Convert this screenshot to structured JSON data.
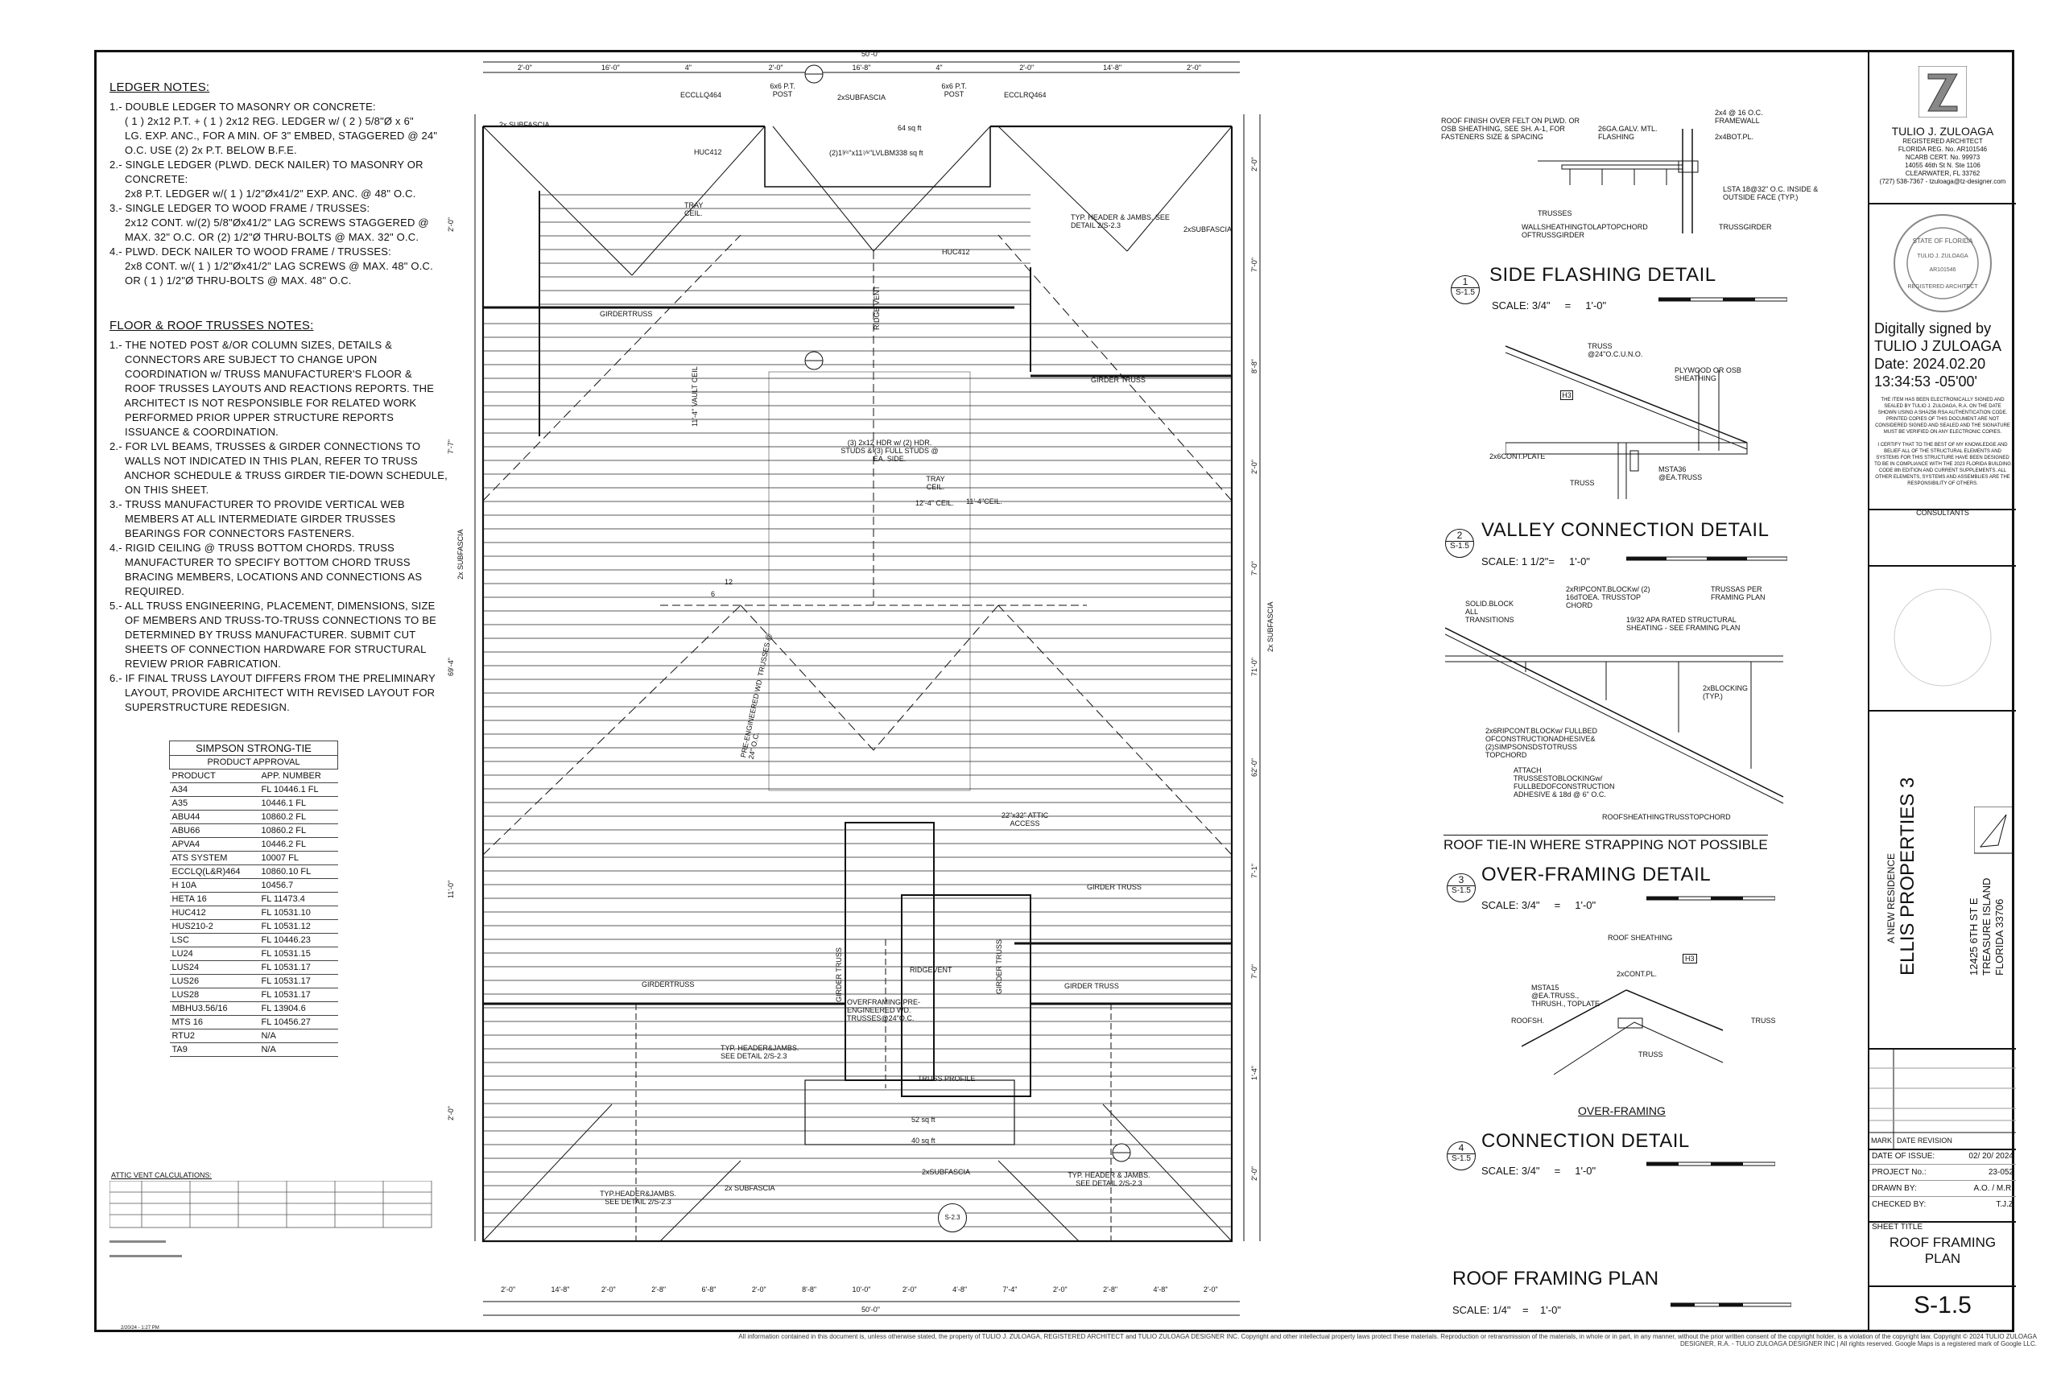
{
  "ledger_notes": {
    "title": "LEDGER NOTES:",
    "lines": [
      "1.- DOUBLE LEDGER TO MASONRY OR CONCRETE:",
      "     ( 1 ) 2x12 P.T. + ( 1 ) 2x12 REG. LEDGER w/ ( 2 ) 5/8\"Ø x 6\"",
      "     LG. EXP. ANC., FOR A MIN. OF 3\" EMBED, STAGGERED @ 24\"",
      "     O.C. USE (2) 2x P.T. BELOW B.F.E.",
      "2.- SINGLE LEDGER (PLWD. DECK NAILER) TO MASONRY OR",
      "     CONCRETE:",
      "     2x8 P.T. LEDGER w/( 1 ) 1/2\"Øx41/2\" EXP. ANC. @ 48\" O.C.",
      "3.- SINGLE LEDGER TO WOOD FRAME / TRUSSES:",
      "     2x12 CONT. w/(2) 5/8\"Øx41/2\" LAG SCREWS STAGGERED @",
      "     MAX. 32\" O.C. OR (2) 1/2\"Ø THRU-BOLTS @ MAX. 32\" O.C.",
      "4.- PLWD. DECK NAILER TO WOOD FRAME / TRUSSES:",
      "     2x8 CONT. w/( 1 ) 1/2\"Øx41/2\" LAG SCREWS @ MAX. 48\" O.C.",
      "     OR ( 1 ) 1/2\"Ø THRU-BOLTS @ MAX. 48\" O.C."
    ]
  },
  "truss_notes": {
    "title": "FLOOR & ROOF TRUSSES NOTES:",
    "lines": [
      "1.- THE NOTED POST &/OR COLUMN SIZES, DETAILS &",
      "     CONNECTORS ARE SUBJECT TO CHANGE UPON",
      "     COORDINATION w/ TRUSS MANUFACTURER'S FLOOR &",
      "     ROOF TRUSSES LAYOUTS AND REACTIONS REPORTS. THE",
      "     ARCHITECT IS NOT RESPONSIBLE FOR RELATED WORK",
      "     PERFORMED PRIOR UPPER STRUCTURE REPORTS",
      "     ISSUANCE & COORDINATION.",
      "2.- FOR LVL BEAMS, TRUSSES & GIRDER CONNECTIONS TO",
      "     WALLS NOT INDICATED IN THIS PLAN, REFER TO TRUSS",
      "     ANCHOR SCHEDULE & TRUSS GIRDER TIE-DOWN SCHEDULE,",
      "     ON THIS SHEET.",
      "3.- TRUSS MANUFACTURER TO PROVIDE VERTICAL WEB",
      "     MEMBERS AT ALL INTERMEDIATE GIRDER TRUSSES",
      "     BEARINGS FOR CONNECTORS FASTENERS.",
      "4.- RIGID CEILING @ TRUSS BOTTOM CHORDS. TRUSS",
      "     MANUFACTURER TO SPECIFY BOTTOM CHORD TRUSS",
      "     BRACING MEMBERS, LOCATIONS AND CONNECTIONS AS",
      "     REQUIRED.",
      "5.- ALL TRUSS ENGINEERING, PLACEMENT, DIMENSIONS, SIZE",
      "     OF MEMBERS AND TRUSS-TO-TRUSS CONNECTIONS TO BE",
      "     DETERMINED BY TRUSS MANUFACTURER. SUBMIT CUT",
      "     SHEETS OF CONNECTION HARDWARE FOR STRUCTURAL",
      "     REVIEW PRIOR FABRICATION.",
      "6.- IF FINAL TRUSS LAYOUT DIFFERS FROM THE PRELIMINARY",
      "     LAYOUT, PROVIDE ARCHITECT WITH REVISED LAYOUT FOR",
      "     SUPERSTRUCTURE REDESIGN."
    ]
  },
  "simpson": {
    "title": "SIMPSON STRONG-TIE",
    "subtitle": "PRODUCT APPROVAL",
    "col_product": "PRODUCT",
    "col_app": "APP. NUMBER",
    "rows": [
      [
        "A34",
        "FL 10446.1 FL"
      ],
      [
        "A35",
        "10446.1    FL"
      ],
      [
        "ABU44",
        "10860.2    FL"
      ],
      [
        "ABU66",
        "10860.2    FL"
      ],
      [
        "APVA4",
        "10446.2    FL"
      ],
      [
        "ATS SYSTEM",
        "10007      FL"
      ],
      [
        "ECCLQ(L&R)464",
        "10860.10   FL"
      ],
      [
        "H 10A",
        "10456.7"
      ],
      [
        "HETA 16",
        "FL 11473.4"
      ],
      [
        "HUC412",
        "FL 10531.10"
      ],
      [
        "HUS210-2",
        "FL 10531.12"
      ],
      [
        "LSC",
        "FL 10446.23"
      ],
      [
        "LU24",
        "FL 10531.15"
      ],
      [
        "LUS24",
        "FL 10531.17"
      ],
      [
        "LUS26",
        "FL 10531.17"
      ],
      [
        "LUS28",
        "FL 10531.17"
      ],
      [
        "MBHU3.56/16",
        "FL 13904.6"
      ],
      [
        "MTS 16",
        "FL 10456.27"
      ],
      [
        "RTU2",
        "N/A"
      ],
      [
        "TA9",
        "N/A"
      ]
    ]
  },
  "attic_vent": {
    "title": "ATTIC VENT CALCULATIONS:"
  },
  "plan": {
    "dim_top_total": "50'-0\"",
    "dim_bottom_total": "50'-0\"",
    "dims_top": [
      "2'-0\"",
      "16'-0\"",
      "4\"",
      "2'-0\"",
      "16'-8\"",
      "4\"",
      "2'-0\"",
      "14'-8\"",
      "2'-0\""
    ],
    "dims_bottom": [
      "2'-0\"",
      "14'-8\"",
      "2'-0\"",
      "2'-8\"",
      "6'-8\"",
      "2'-0\"",
      "8'-8\"",
      "10'-0\"",
      "2'-0\"",
      "4'-8\"",
      "7'-4\"",
      "2'-0\"",
      "2'-8\"",
      "4'-8\"",
      "2'-0\""
    ],
    "dims_right": [
      "2'-0\"",
      "7'-0\"",
      "8'-8\"",
      "2'-0\"",
      "7'-0\"",
      "71'-0\"",
      "62'-0\"",
      "7'-1\"",
      "7'-0\"",
      "1'-4\"",
      "2'-0\""
    ],
    "dims_left": [
      "2'-0\"",
      "7'-7\"",
      "69'-4\"",
      "11'-0\"",
      "2'-0\""
    ],
    "labels": {
      "ecclq_left": "ECCLLQ464",
      "ecclq_right": "ECCLRQ464",
      "post_left": "6x6 P.T. POST",
      "post_right": "6x6 P.T. POST",
      "subfascia": "2x SUBFASCIA",
      "subfascia2": "2xSUBFASCIA",
      "huc": "HUC412",
      "huc2": "HUC412",
      "lvl": "(2)1³⁄⁴\"x11⁷⁄⁸\"LVLBM.",
      "sqft_64": "64 sq ft",
      "sqft_338": "338 sq ft",
      "tray_ceil": "TRAY CEIL.",
      "typ_header": "TYP. HEADER & JAMBS. SEE DETAIL 2/S-2.3",
      "girder_truss": "GIRDER TRUSS",
      "girdertruss": "GIRDERTRUSS",
      "ridge_vent": "RIDGE VENT",
      "hdr": "(3) 2x12 HDR w/ (2) HDR. STUDS & (3) FULL STUDS @ EA. SIDE.",
      "tray": "TRAY CEIL.",
      "ceil_124": "12'-4\" CEIL.",
      "ceil_114": "11'-4\"CEIL.",
      "ceil_vert": "11'-4\" VAULT CEIL",
      "pitch_12": "12",
      "pitch_6": "6",
      "pre_eng": "PRE-ENGINEERED WD. TRUSSES @ 24\" O.C.",
      "attic_access": "22\"x32\" ATTIC ACCESS",
      "ridgevent": "RIDGEVENT",
      "overframing": "OVERFRAMING PRE-ENGINEERED WD. TRUSSES@24\"O.C.",
      "truss_profile": "TRUSS PROFILE",
      "sqft_52": "52 sq ft",
      "sqft_40": "40 sq ft",
      "typ_header_jambs": "TYP. HEADER&JAMBS. SEE DETAIL 2/S-2.3",
      "typ_header_jambs2": "TYP.HEADER&JAMBS. SEE DETAIL 2/S-2.3",
      "typ_header_jambs3": "TYP. HEADER & JAMBS. SEE DETAIL 2/S-2.3",
      "section_ref": "S-2.3"
    },
    "title": "ROOF FRAMING PLAN",
    "scale": "SCALE: 1/4\"    =    1'-0\""
  },
  "details": {
    "d1": {
      "num": "1",
      "sheet": "S-1.5",
      "title": "SIDE FLASHING DETAIL",
      "scale": "SCALE: 3/4\"     =     1'-0\"",
      "notes": [
        "ROOF FINISH OVER FELT ON PLWD. OR OSB SHEATHING, SEE SH. A-1, FOR FASTENERS SIZE & SPACING",
        "26GA.GALV. MTL. FLASHING",
        "2x4 @ 16 O.C. FRAMEWALL",
        "2x4BOT.PL.",
        "LSTA 18@32\" O.C. INSIDE & OUTSIDE FACE (TYP.)",
        "TRUSSES",
        "WALLSHEATHINGTOLAPTOPCHORD OFTRUSSGIRDER",
        "TRUSSGIRDER"
      ]
    },
    "d2": {
      "num": "2",
      "sheet": "S-1.5",
      "title": "VALLEY CONNECTION DETAIL",
      "scale": "SCALE: 1 1/2\"=     1'-0\"",
      "notes": [
        "TRUSS @24\"O.C.U.N.O.",
        "PLYWOOD OR OSB SHEATHING",
        "H3",
        "2x6CONT.PLATE",
        "MSTA36 @EA.TRUSS",
        "TRUSS"
      ]
    },
    "tiein": {
      "title": "ROOF TIE-IN WHERE STRAPPING NOT POSSIBLE",
      "notes": [
        "2xRIPCONT.BLOCKw/ (2) 16dTOEA. TRUSSTOP CHORD",
        "TRUSSAS PER FRAMING PLAN",
        "SOLID.BLOCK ALL TRANSITIONS",
        "19/32 APA RATED STRUCTURAL SHEATING - SEE FRAMING PLAN",
        "2xBLOCKING (TYP.)",
        "2x6RIPCONT.BLOCKw/ FULLBED OFCONSTRUCTIONADHESIVE& (2)SIMPSONSDSTOTRUSS TOPCHORD",
        "ATTACH TRUSSESTOBLOCKINGw/ FULLBEDOFCONSTRUCTION ADHESIVE & 18d @ 6\" O.C.",
        "ROOFSHEATHINGTRUSSTOPCHORD"
      ]
    },
    "d3": {
      "num": "3",
      "sheet": "S-1.5",
      "title": "OVER-FRAMING DETAIL",
      "scale": "SCALE: 3/4\"     =     1'-0\"",
      "notes": [
        "ROOF SHEATHING",
        "H3",
        "2xCONT.PL.",
        "MSTA15 @EA.TRUSS., THRUSH., TOPLATE",
        "ROOFSH.",
        "TRUSS",
        "TRUSS"
      ]
    },
    "d4": {
      "num": "4",
      "sheet": "S-1.5",
      "title": "CONNECTION DETAIL",
      "pre_title": "OVER-FRAMING",
      "scale": "SCALE: 3/4\"     =     1'-0\""
    }
  },
  "title_block": {
    "architect_name": "TULIO J. ZULOAGA",
    "architect_lines": [
      "REGISTERED ARCHITECT",
      "FLORIDA REG. No. AR101546",
      "NCARB CERT. No. 99973",
      "14055 46th St N. Ste 1106",
      "CLEARWATER, FL 33762",
      "(727) 538-7367 - tzuloaga@tz-designer.com"
    ],
    "seal_text": "STATE OF FLORIDA",
    "seal_inner": "TULIO J. ZULOAGA",
    "seal_num": "AR101546",
    "seal_bottom": "REGISTERED ARCHITECT",
    "signed_lines": [
      "Digitally signed by",
      "TULIO J ZULOAGA",
      "Date: 2024.02.20",
      "13:34:53 -05'00'"
    ],
    "seal_note": "THE ITEM HAS BEEN ELECTRONICALLY SIGNED AND SEALED BY TULIO J. ZULOAGA, R.A. ON THE DATE SHOWN USING A SHA256 RSA AUTHENTICATION CODE. PRINTED COPIES OF THIS DOCUMENT ARE NOT CONSIDERED SIGNED AND SEALED AND THE SIGNATURE MUST BE VERIFIED ON ANY ELECTRONIC COPIES.",
    "certify_note": "I CERTIFY THAT TO THE BEST OF MY KNOWLEDGE AND BELIEF ALL OF THE STRUCTURAL ELEMENTS AND SYSTEMS FOR THIS STRUCTURE HAVE BEEN DESIGNED TO BE IN COMPLIANCE WITH THE 2023 FLORIDA BUILDING CODE 8th EDITION AND CURRENT SUPPLEMENTS. ALL OTHER ELEMENTS, SYSTEMS AND ASSEMBLIES ARE THE RESPONSIBILITY OF OTHERS.",
    "consultants": "CONSULTANTS",
    "project_pre": "A NEW RESIDENCE",
    "project_name": "ELLIS PROPERTIES 3",
    "address": [
      "12425 6TH ST E",
      "TREASURE ISLAND",
      "FLORIDA 33706"
    ],
    "rev_mark": "MARK",
    "rev_date": "DATE REVISION",
    "date_of_issue_label": "DATE OF ISSUE:",
    "date_of_issue": "02/ 20/ 2024",
    "project_no_label": "PROJECT No.:",
    "project_no": "23-052",
    "drawn_by_label": "DRAWN BY:",
    "drawn_by": "A.O. / M.R.",
    "checked_by_label": "CHECKED BY:",
    "checked_by": "T.J.Z",
    "sheet_title_label": "SHEET TITLE",
    "sheet_title": "ROOF FRAMING PLAN",
    "sheet_number": "S-1.5"
  },
  "footer": {
    "left_date": "2/20/24 - 1:27 PM",
    "text": "All information contained in this document is, unless otherwise stated, the property of TULIO J. ZULOAGA, REGISTERED ARCHITECT and TULIO ZULOAGA DESIGNER INC. Copyright and other intellectual property laws protect these materials. Reproduction or retransmission of the materials, in whole or in part, in any manner, without the prior written consent of the copyright holder, is a violation of the copyright law. Copyright © 2024 TULIO ZULOAGA DESIGNER, R.A. - TULIO ZULOAGA DESIGNER INC | All rights reserved. Google Maps is a registered mark of Google LLC."
  }
}
